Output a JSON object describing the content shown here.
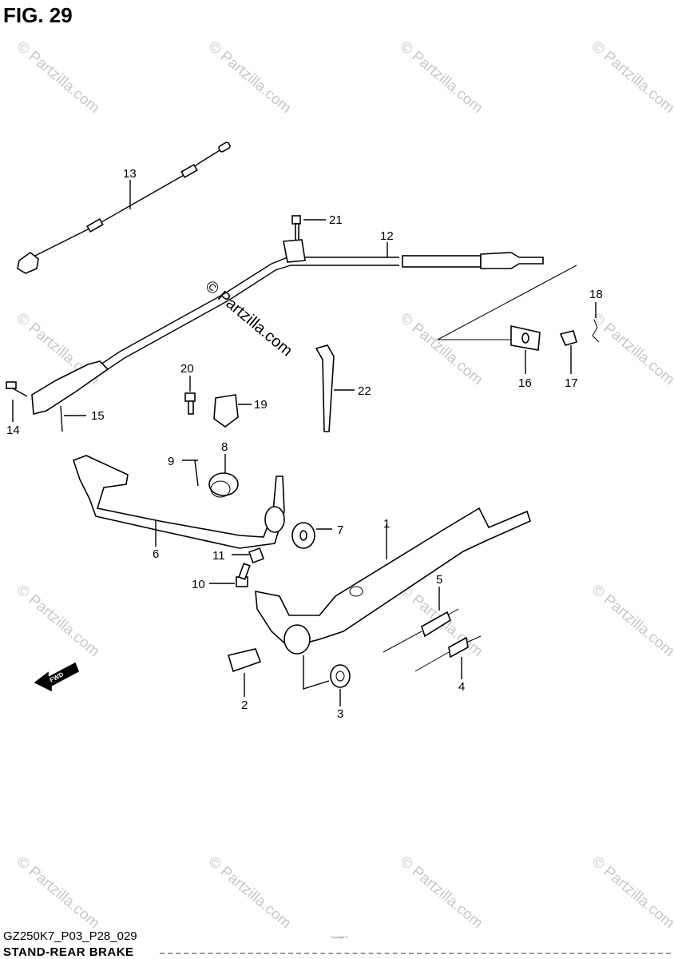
{
  "header": {
    "figure_label": "FIG. 29"
  },
  "footer": {
    "model_code": "GZ250K7_P03_P28_029",
    "section_name": "STAND-REAR BRAKE",
    "copyright_small": "Copyright ©"
  },
  "watermark": {
    "text": "© Partzilla.com"
  },
  "callouts": [
    {
      "id": "callout-1",
      "label": "1"
    },
    {
      "id": "callout-2",
      "label": "2"
    },
    {
      "id": "callout-3",
      "label": "3"
    },
    {
      "id": "callout-4",
      "label": "4"
    },
    {
      "id": "callout-5",
      "label": "5"
    },
    {
      "id": "callout-6",
      "label": "6"
    },
    {
      "id": "callout-7",
      "label": "7"
    },
    {
      "id": "callout-8",
      "label": "8"
    },
    {
      "id": "callout-9",
      "label": "9"
    },
    {
      "id": "callout-10",
      "label": "10"
    },
    {
      "id": "callout-11",
      "label": "11"
    },
    {
      "id": "callout-12",
      "label": "12"
    },
    {
      "id": "callout-13",
      "label": "13"
    },
    {
      "id": "callout-14",
      "label": "14"
    },
    {
      "id": "callout-15",
      "label": "15"
    },
    {
      "id": "callout-16",
      "label": "16"
    },
    {
      "id": "callout-17",
      "label": "17"
    },
    {
      "id": "callout-18",
      "label": "18"
    },
    {
      "id": "callout-19",
      "label": "19"
    },
    {
      "id": "callout-20",
      "label": "20"
    },
    {
      "id": "callout-21",
      "label": "21"
    },
    {
      "id": "callout-22",
      "label": "22"
    }
  ],
  "fwd_arrow": {
    "label": "FWD"
  }
}
